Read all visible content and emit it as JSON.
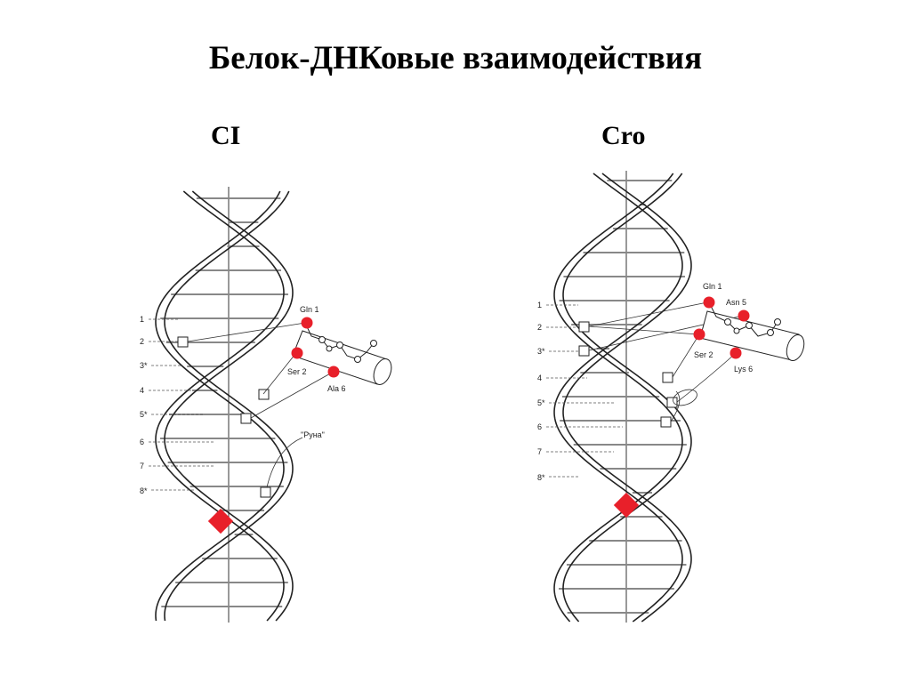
{
  "title": "Белок-ДНКовые взаимодействия",
  "panels": {
    "ci": {
      "heading": "CI",
      "positions": [
        "1",
        "2",
        "3*",
        "4",
        "5*",
        "6",
        "7",
        "8*"
      ],
      "residues": [
        "Gln 1",
        "Ser 2",
        "Ala 6"
      ],
      "annotation": "\"Руна\""
    },
    "cro": {
      "heading": "Cro",
      "positions": [
        "1",
        "2",
        "3*",
        "4",
        "5*",
        "6",
        "7",
        "8*"
      ],
      "residues": [
        "Gln 1",
        "Asn 5",
        "Ser 2",
        "Lys 6"
      ]
    }
  },
  "colors": {
    "contact": "#e8202a",
    "line": "#333333"
  }
}
